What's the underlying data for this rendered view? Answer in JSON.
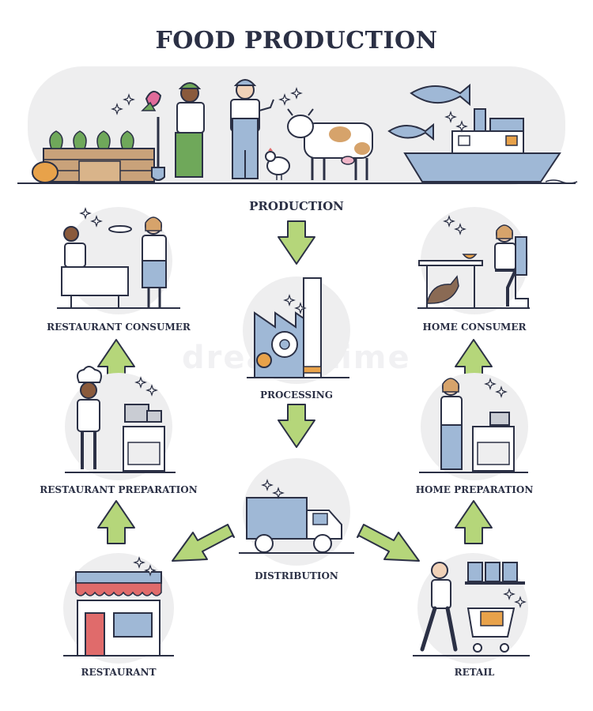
{
  "title": "FOOD PRODUCTION",
  "watermark": "dreamstime",
  "stages": {
    "production": "PRODUCTION",
    "processing": "PROCESSING",
    "distribution": "DISTRIBUTION",
    "restaurant": "RESTAURANT",
    "restaurant_preparation": "RESTAURANT PREPARATION",
    "restaurant_consumer": "RESTAURANT CONSUMER",
    "retail": "RETAIL",
    "home_preparation": "HOME PREPARATION",
    "home_consumer": "HOME CONSUMER"
  },
  "colors": {
    "arrow_fill": "#b5d67a",
    "arrow_stroke": "#2b3045",
    "circle_bg": "#eeeeef",
    "accent_blue": "#9fb8d6",
    "accent_red": "#e06b6b",
    "outline": "#2b3045"
  }
}
